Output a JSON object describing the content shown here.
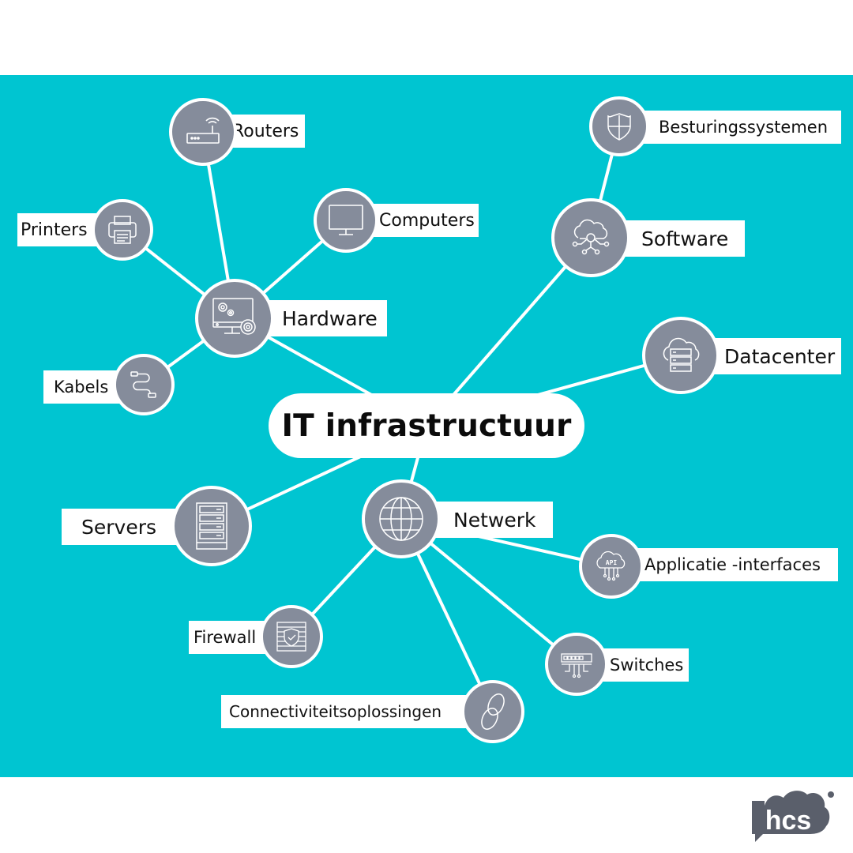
{
  "title": "IT infrastructuur",
  "colors": {
    "background": "#00C5D1",
    "node": "#858C9B",
    "line": "#ffffff",
    "label_bg": "#ffffff",
    "logo": "#5A5F6B"
  },
  "nodes": {
    "hardware": {
      "label": "Hardware",
      "icon": "computer-gears-icon"
    },
    "routers": {
      "label": "Routers",
      "icon": "router-icon"
    },
    "computers": {
      "label": "Computers",
      "icon": "monitor-icon"
    },
    "printers": {
      "label": "Printers",
      "icon": "printer-icon"
    },
    "kabels": {
      "label": "Kabels",
      "icon": "cable-icon"
    },
    "software": {
      "label": "Software",
      "icon": "cloud-network-icon"
    },
    "besturingssystemen": {
      "label": "Besturingssystemen",
      "icon": "shield-icon"
    },
    "datacenter": {
      "label": "Datacenter",
      "icon": "cloud-server-icon"
    },
    "servers": {
      "label": "Servers",
      "icon": "server-rack-icon"
    },
    "netwerk": {
      "label": "Netwerk",
      "icon": "globe-icon"
    },
    "applicatie": {
      "label": "Applicatie -interfaces",
      "icon": "api-cloud-icon"
    },
    "firewall": {
      "label": "Firewall",
      "icon": "firewall-icon"
    },
    "switches": {
      "label": "Switches",
      "icon": "switch-icon"
    },
    "connectiviteit": {
      "label": "Connectiviteitsoplossingen",
      "icon": "link-icon"
    }
  },
  "logo": {
    "text": "hcs"
  }
}
